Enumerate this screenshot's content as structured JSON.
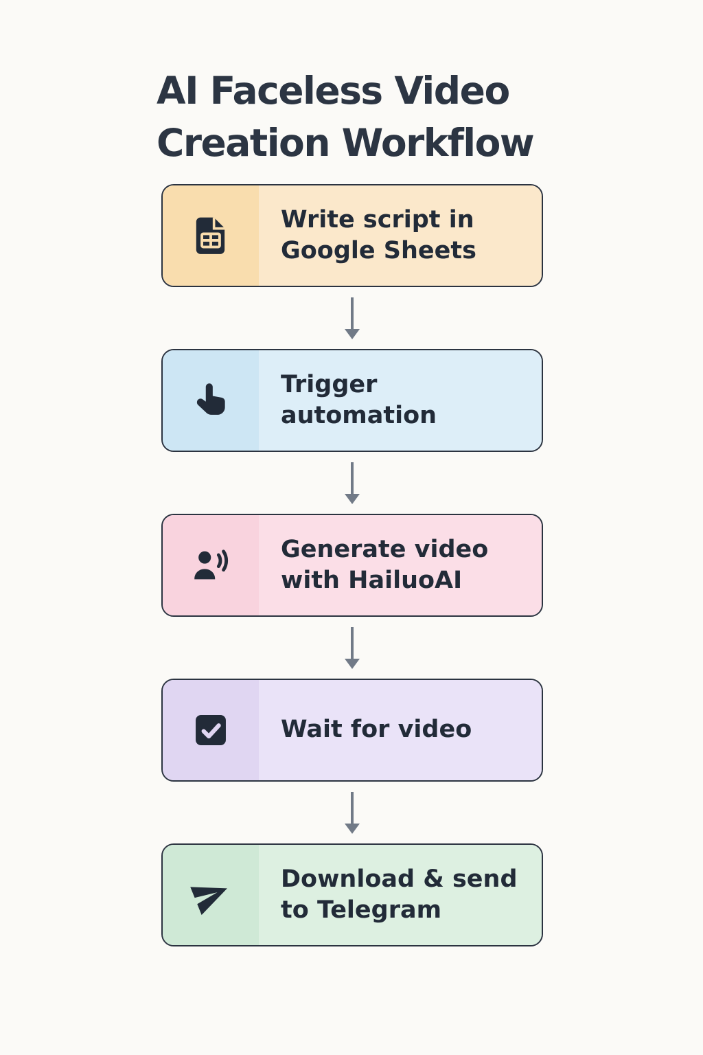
{
  "title": {
    "full": "AI Faceless Video Creation Workflow",
    "line1": "AI Faceless Video",
    "line2": "Creation Workflow"
  },
  "steps": [
    {
      "label": "Write script in Google Sheets",
      "lines": [
        "Write script in",
        "Google Sheets"
      ],
      "icon": "spreadsheet-file-icon",
      "colors": {
        "panel": "#f9ddae",
        "body": "#fbe8cb"
      }
    },
    {
      "label": "Trigger automation",
      "lines": [
        "Trigger",
        "automation"
      ],
      "icon": "tap-hand-icon",
      "colors": {
        "panel": "#cde6f4",
        "body": "#ddeef8"
      }
    },
    {
      "label": "Generate video with HailuoAI",
      "lines": [
        "Generate video",
        "with HailuoAI"
      ],
      "icon": "speaking-person-icon",
      "colors": {
        "panel": "#f9d3de",
        "body": "#fbdee7"
      }
    },
    {
      "label": "Wait for video",
      "lines": [
        "Wait for video"
      ],
      "icon": "checkbox-icon",
      "colors": {
        "panel": "#e0d6f2",
        "body": "#eae3f8"
      }
    },
    {
      "label": "Download & send to Telegram",
      "lines": [
        "Download & send",
        "to Telegram"
      ],
      "icon": "telegram-plane-icon",
      "colors": {
        "panel": "#cfe9d6",
        "body": "#ddf0e1"
      }
    }
  ],
  "style": {
    "background": "#fbfaf7",
    "box_border": "#2b3340",
    "arrow": "#717a87",
    "icon": "#222b38",
    "title_color": "#2c3543"
  }
}
